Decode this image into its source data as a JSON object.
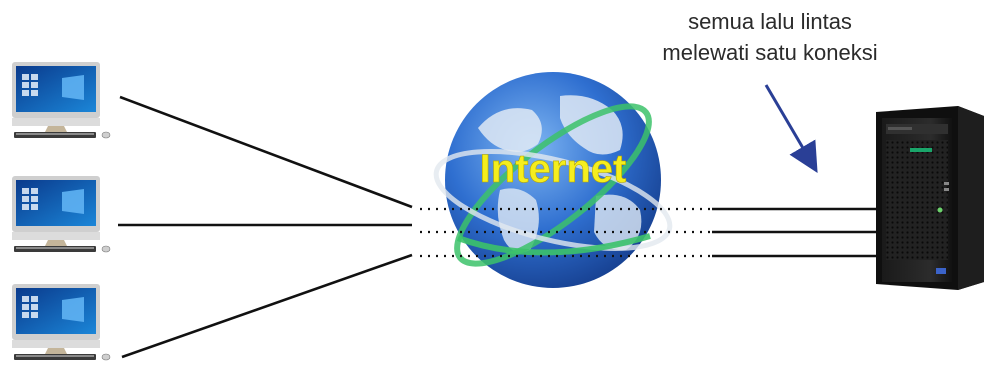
{
  "caption": {
    "line1": "semua lalu lintas",
    "line2": "melewati satu koneksi"
  },
  "globe": {
    "label": "Internet",
    "label_color": "#f5ee1e",
    "ocean_color": "#2f6fd0",
    "ring_color": "#3cc26a"
  },
  "clients": [
    {
      "name": "computer-1"
    },
    {
      "name": "computer-2"
    },
    {
      "name": "computer-3"
    }
  ],
  "server": {
    "name": "server-tower"
  },
  "colors": {
    "line": "#111111",
    "arrow": "#2a3f96"
  }
}
